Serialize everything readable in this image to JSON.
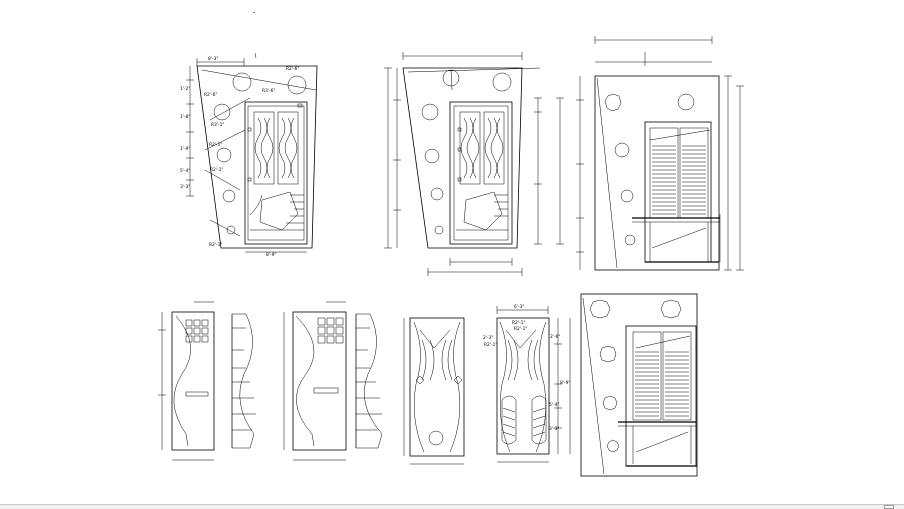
{
  "drawing": {
    "panel_a": {
      "dims": [
        "8'-3\"",
        "R2'-6\"",
        "R3'-6\"",
        "R2'-6\"",
        "R3'-1\"",
        "R2'-1\"",
        "R2'-1\"",
        "1'-2\"",
        "1'-8\"",
        "1'-9\"",
        "5'-4\"",
        "3'-3\"",
        "8'-9\"",
        "R2'-1\""
      ]
    },
    "panel_f": {
      "dims": [
        "6'-3\"",
        "2'-3\"",
        "R2'-1\"",
        "R2'-1\"",
        "R2'-1\"",
        "2'-6\"",
        "8'-9\"",
        "5'-4\"",
        "3'-3\""
      ]
    }
  }
}
